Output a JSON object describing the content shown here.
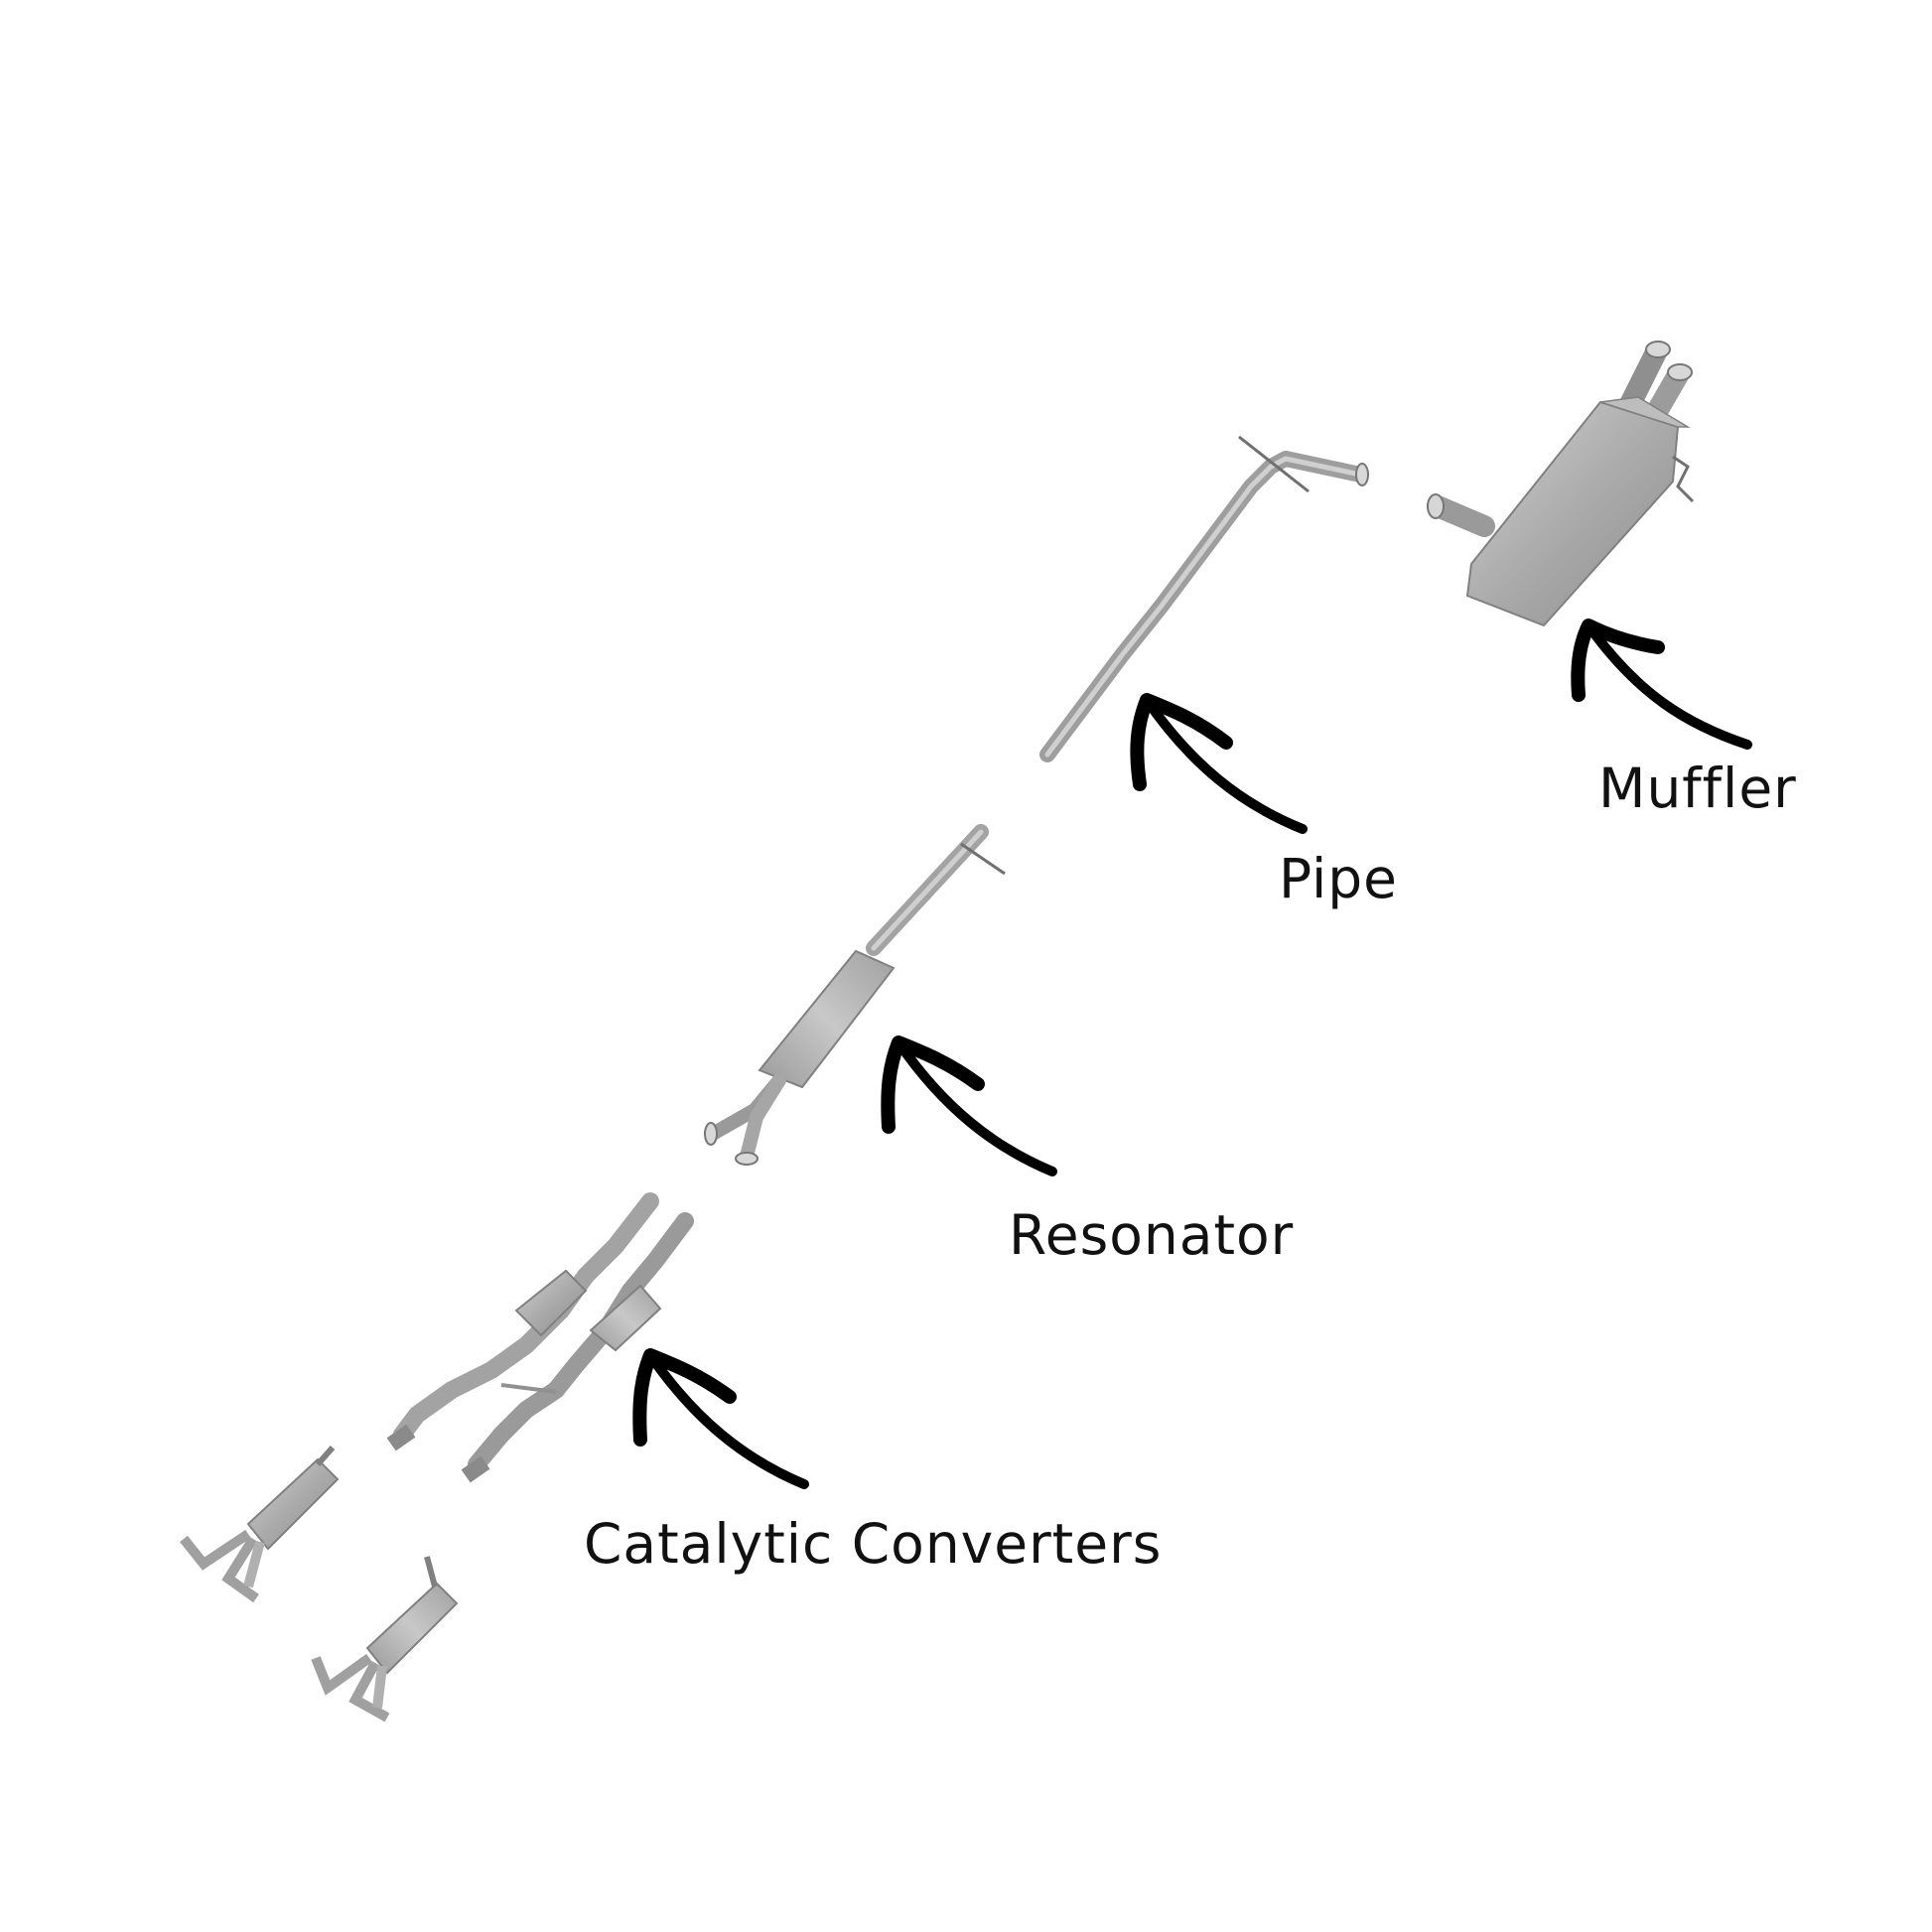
{
  "labels": {
    "muffler": "Muffler",
    "pipe": "Pipe",
    "resonator": "Resonator",
    "catalytic_converters": "Catalytic Converters"
  },
  "colors": {
    "background": "#ffffff",
    "part_light": "#c4c4c4",
    "part_mid": "#a6a6a6",
    "part_dark": "#7a7a7a",
    "arrow": "#000000",
    "label_text": "#111111"
  },
  "icons": [
    "curved-arrow-icon"
  ]
}
